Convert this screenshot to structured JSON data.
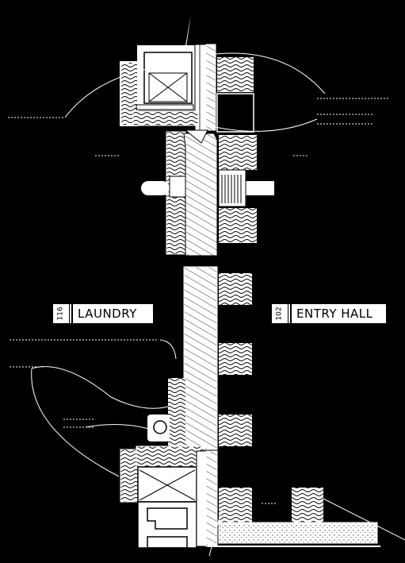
{
  "rooms": [
    {
      "number": "116",
      "name": "LAUNDRY"
    },
    {
      "number": "102",
      "name": "ENTRY HALL"
    }
  ],
  "colors": {
    "background": "#000000",
    "linework": "#ffffff",
    "tag_fill": "#ffffff",
    "tag_text": "#000000"
  }
}
